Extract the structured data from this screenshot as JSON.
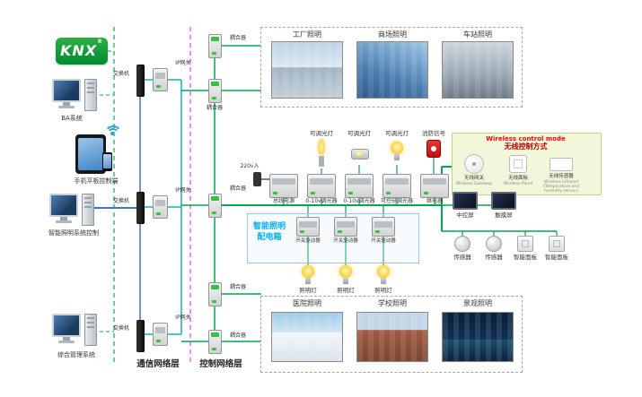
{
  "logo": {
    "text": "KNX",
    "reg": "®"
  },
  "colors": {
    "knx_green": "#009a3d",
    "bus_green": "#00a651",
    "ip_teal": "#17b0b0",
    "ethernet_blue": "#4472c4",
    "comm_divider_green": "#00b050",
    "ctrl_divider_magenta": "#ee3cee",
    "dist_box_cyan": "#00b0f0",
    "wireless_title_red": "#ff0000"
  },
  "left_terminals": [
    {
      "label": "BA系统"
    },
    {
      "label": "手机平板控制端"
    },
    {
      "label": "智能照明系统控制"
    },
    {
      "label": "综合管理系统"
    }
  ],
  "network": {
    "switch_label": "交换机",
    "gateway_label": "IP网关",
    "coupler_label": "耦合器"
  },
  "layer_labels": {
    "communication": "通信网络层",
    "control": "控制网络层"
  },
  "top_applications": [
    {
      "label": "工厂照明"
    },
    {
      "label": "商场照明"
    },
    {
      "label": "车站照明"
    }
  ],
  "bottom_applications": [
    {
      "label": "医院照明"
    },
    {
      "label": "学校照明"
    },
    {
      "label": "景观照明"
    }
  ],
  "power_input_label": "220v入",
  "din_devices": [
    {
      "label": "总线电源"
    },
    {
      "label": "0-10v调光器"
    },
    {
      "label": "0-10v调光器"
    },
    {
      "label": "可控硅调光器"
    },
    {
      "label": "继电器"
    }
  ],
  "field_devices": [
    {
      "label": "可调光灯"
    },
    {
      "label": "可调光灯"
    },
    {
      "label": "可调光灯"
    },
    {
      "label": "消防信号"
    }
  ],
  "distribution_box": {
    "title_line1": "智能照明",
    "title_line2": "配电箱",
    "drivers": [
      {
        "label": "开关驱动器"
      },
      {
        "label": "开关驱动器"
      },
      {
        "label": "开关驱动器"
      }
    ]
  },
  "lamps": [
    {
      "label": "照明灯"
    },
    {
      "label": "照明灯"
    },
    {
      "label": "照明灯"
    }
  ],
  "wireless_panel": {
    "title_en": "Wireless control mode",
    "title_zh": "无线控制方式",
    "devices": [
      {
        "zh": "无线网关",
        "en": "Wireless Gateway"
      },
      {
        "zh": "无线面板",
        "en": "Wireless Panel"
      },
      {
        "zh": "无线传感器",
        "en": "Wireless infrared (Temperature and humidity sensor)"
      }
    ]
  },
  "right_devices": {
    "row1": [
      {
        "label": "中控屏"
      },
      {
        "label": "触摸屏"
      }
    ],
    "row2": [
      {
        "label": "传感器"
      },
      {
        "label": "传感器"
      },
      {
        "label": "智能面板"
      },
      {
        "label": "智能面板"
      }
    ]
  }
}
